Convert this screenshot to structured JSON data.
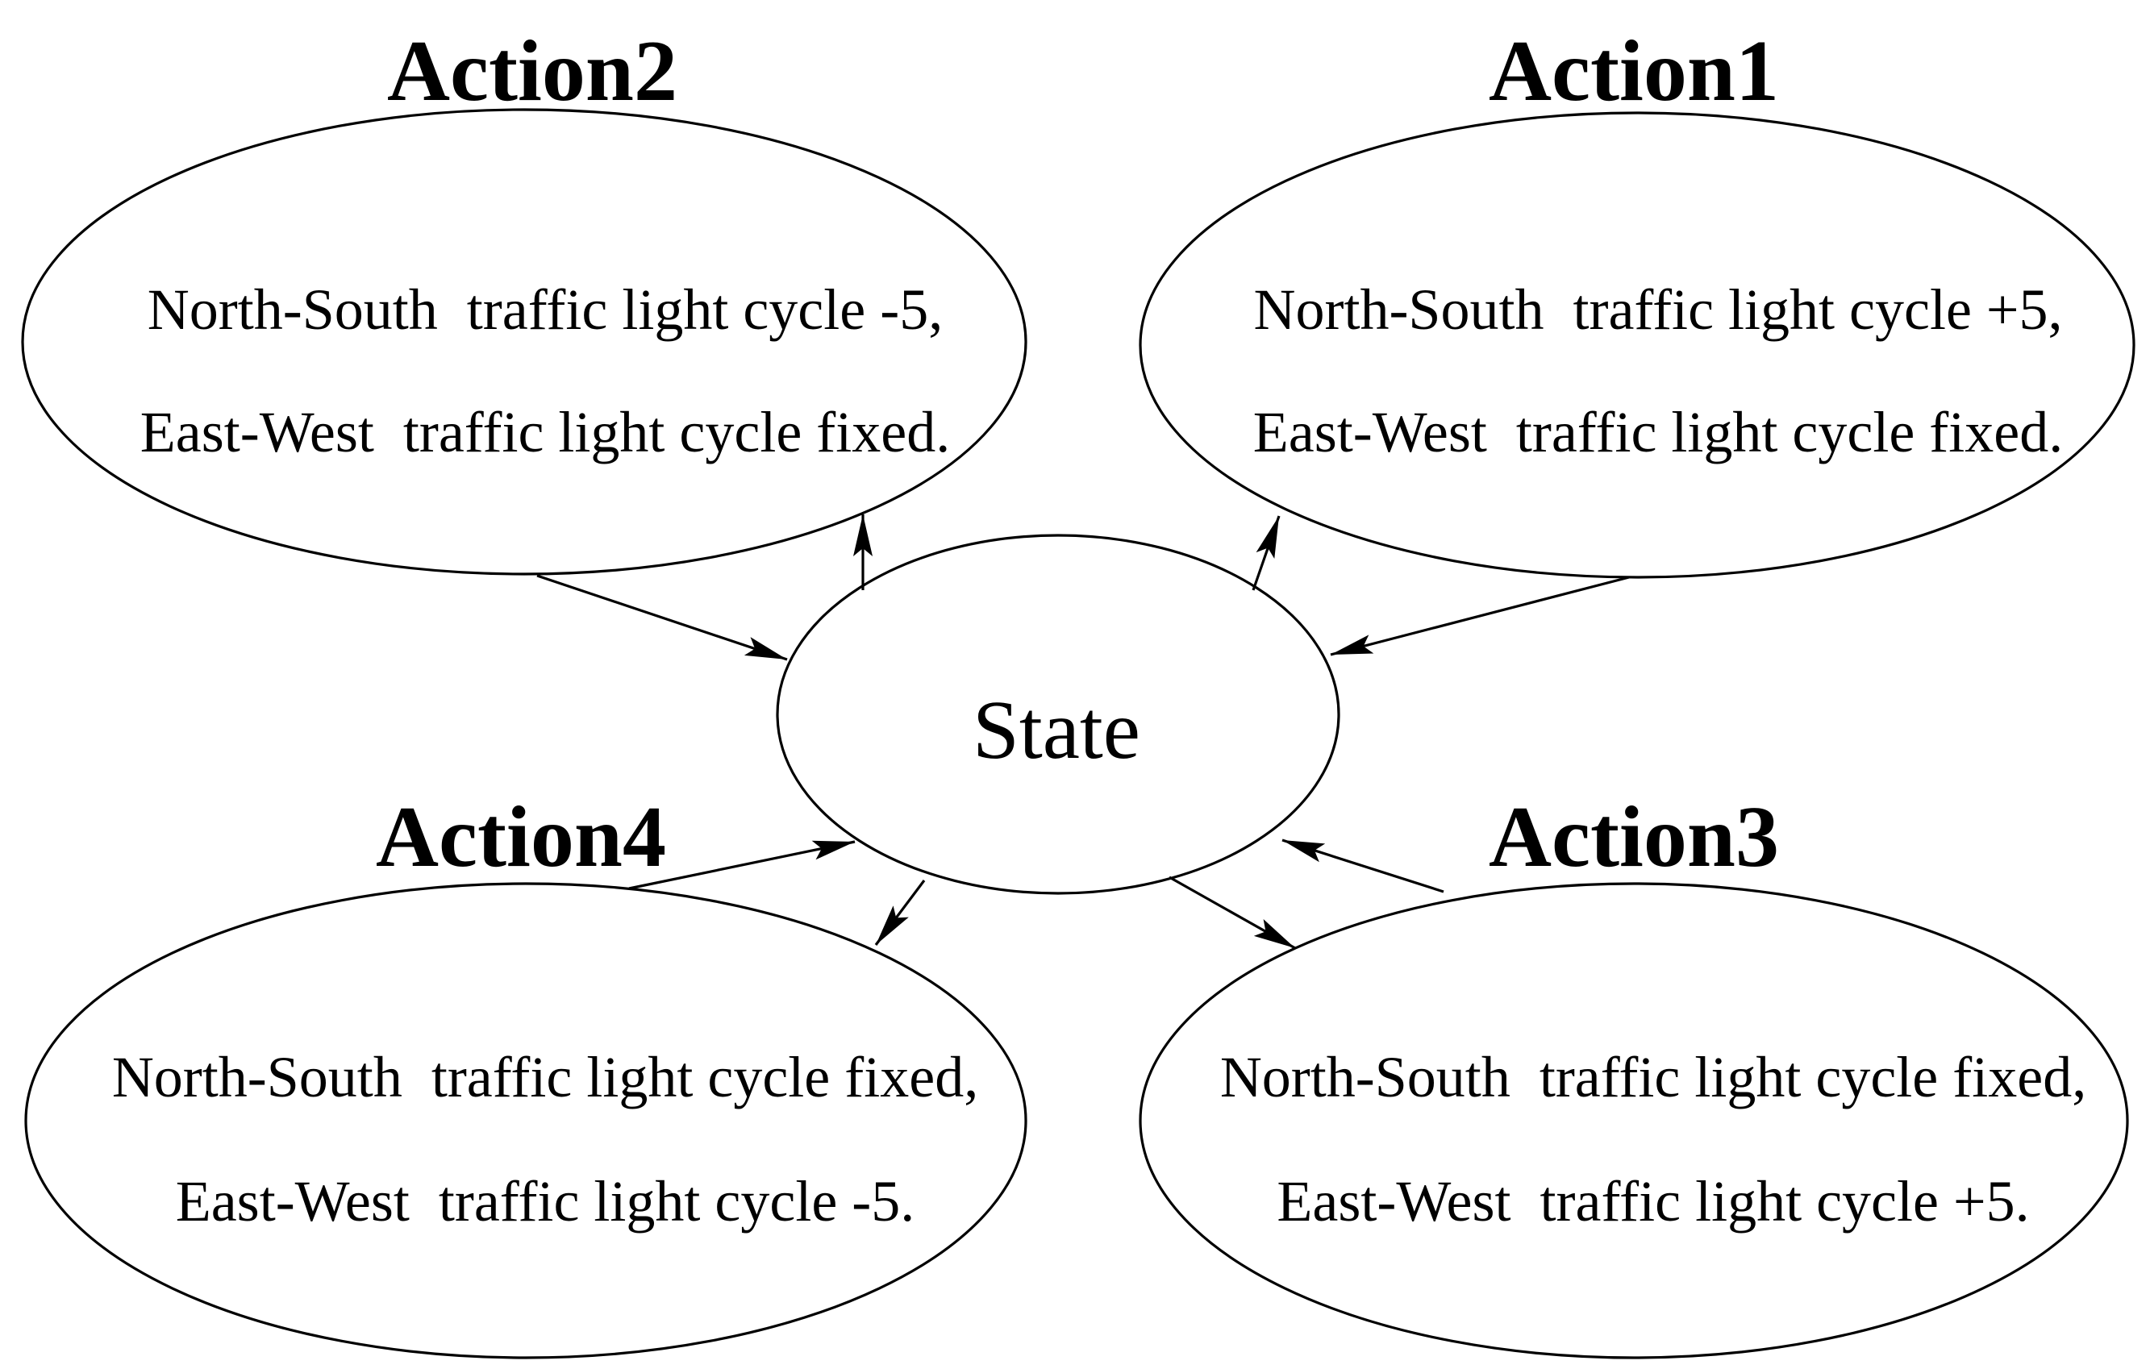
{
  "figure": {
    "background": "#ffffff",
    "line_color": "#000000",
    "state": {
      "label": "State"
    },
    "actions": {
      "action1": {
        "title": "Action1",
        "line1": "North-South  traffic light cycle +5,",
        "line2": "East-West  traffic light cycle fixed."
      },
      "action2": {
        "title": "Action2",
        "line1": "North-South  traffic light cycle -5,",
        "line2": "East-West  traffic light cycle fixed."
      },
      "action3": {
        "title": "Action3",
        "line1": "North-South  traffic light cycle fixed,",
        "line2": "East-West  traffic light cycle +5."
      },
      "action4": {
        "title": "Action4",
        "line1": "North-South  traffic light cycle fixed,",
        "line2": "East-West  traffic light cycle -5."
      }
    },
    "edges": [
      {
        "from": "action2",
        "to": "state"
      },
      {
        "from": "state",
        "to": "action2"
      },
      {
        "from": "state",
        "to": "action1"
      },
      {
        "from": "action1",
        "to": "state"
      },
      {
        "from": "action4",
        "to": "state"
      },
      {
        "from": "state",
        "to": "action4"
      },
      {
        "from": "action3",
        "to": "state"
      },
      {
        "from": "state",
        "to": "action3"
      }
    ]
  }
}
